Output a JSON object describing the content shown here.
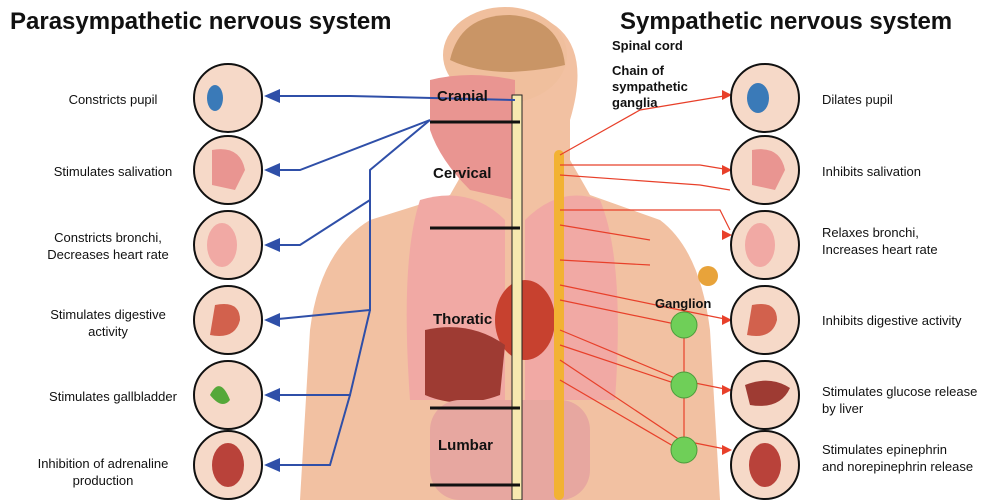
{
  "titles": {
    "left": "Parasympathetic nervous system",
    "right": "Sympathetic nervous system"
  },
  "left_labels": [
    "Constricts pupil",
    "Stimulates salivation",
    "Constricts bronchi,\nDecreases heart rate",
    "Stimulates digestive\nactivity",
    "Stimulates gallbladder",
    "Inhibition of adrenaline\nproduction"
  ],
  "right_labels": [
    "Dilates pupil",
    "Inhibits salivation",
    "Relaxes bronchi,\nIncreases heart rate",
    "Inhibits digestive activity",
    "Stimulates glucose release\nby liver",
    "Stimulates epinephrin\nand norepinephrin release"
  ],
  "annotations": {
    "spinal_cord": "Spinal cord",
    "chain": "Chain of\nsympathetic\nganglia",
    "ganglion": "Ganglion"
  },
  "regions": {
    "cranial": "Cranial",
    "cervical": "Cervical",
    "thoracic": "Thoratic",
    "lumbar": "Lumbar"
  },
  "colors": {
    "parasympathetic": "#2f4fa8",
    "sympathetic": "#e8402a",
    "skin": "#f2c1a2",
    "ganglion": "#6fcf58",
    "chain": "#f2b233"
  }
}
